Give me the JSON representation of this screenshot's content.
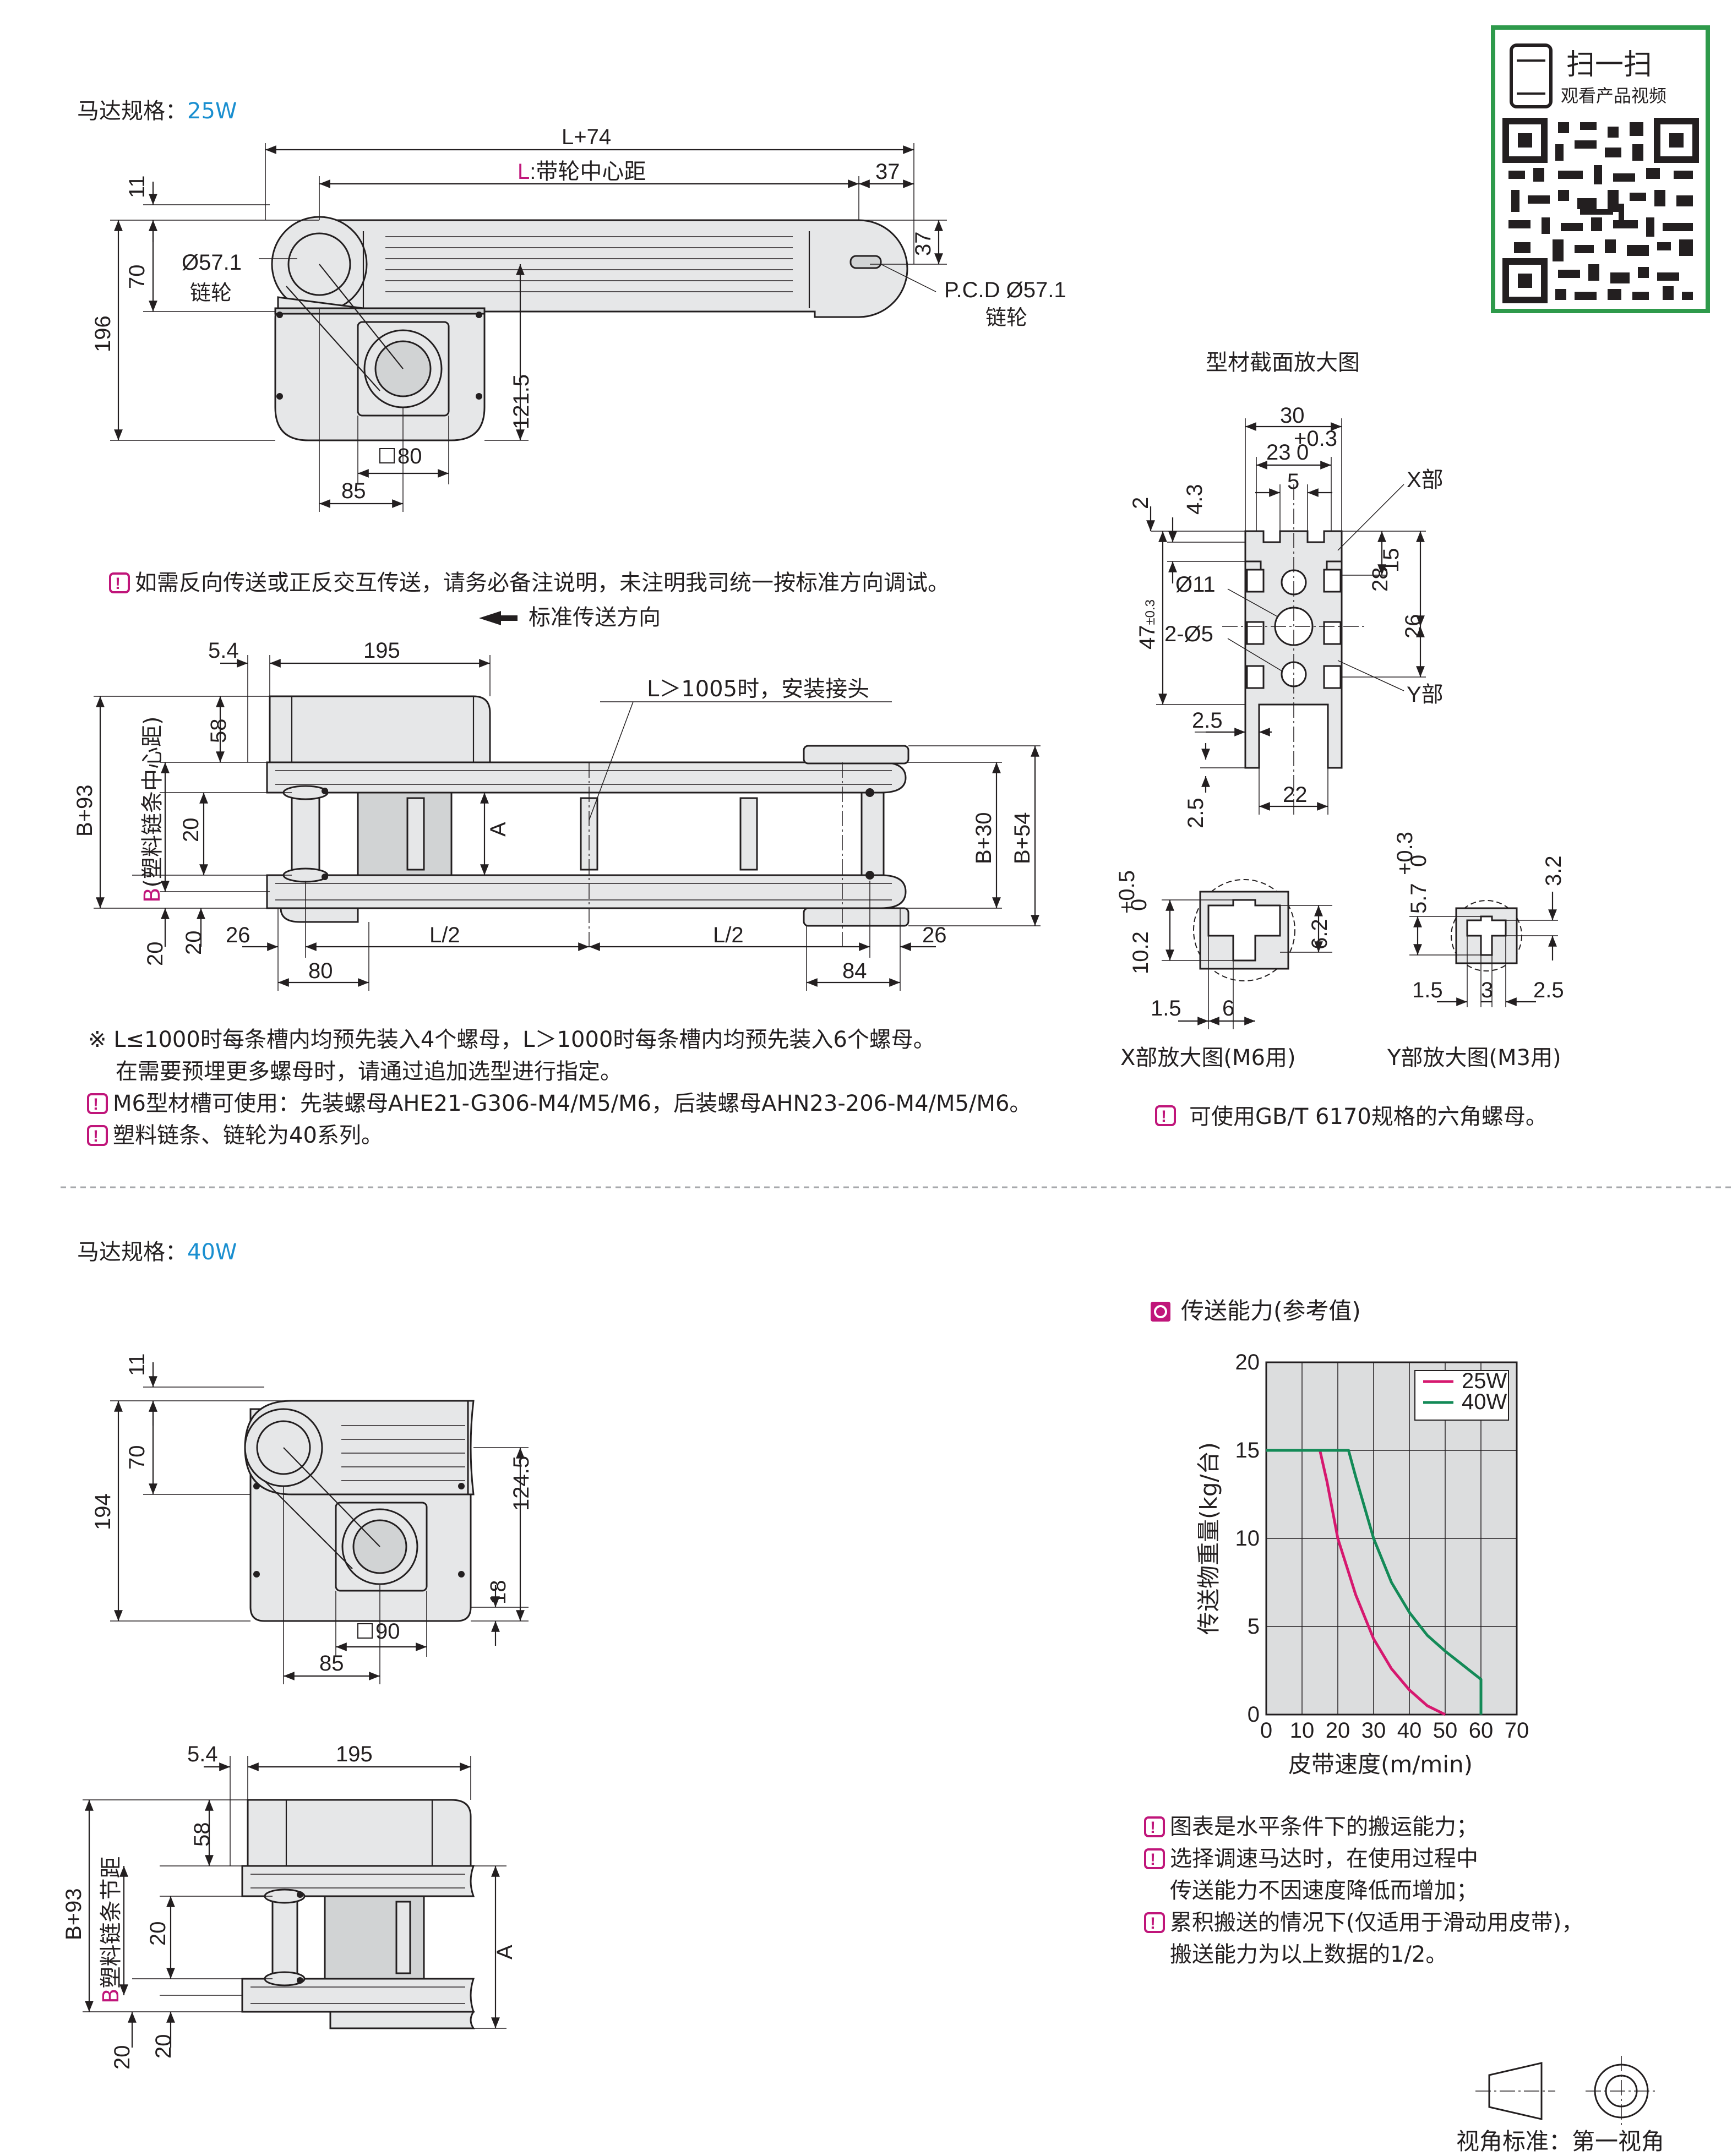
{
  "section_25w": {
    "motor_label": "马达规格：",
    "motor_value": "25W",
    "dims": {
      "L74": "L+74",
      "L_prefix": "L",
      "L_center": ":带轮中心距",
      "d37a": "37",
      "d37b": "37",
      "d11": "11",
      "d70": "70",
      "d196": "196",
      "d121_5": "121.5",
      "sprocket_dia": "Ø57.1",
      "sprocket": "链轮",
      "pcd": "P.C.D Ø57.1",
      "pcd_sprocket": "链轮",
      "sq80": "80",
      "d85": "85"
    },
    "note_reverse": "如需反向传送或正反交互传送，请务必备注说明，未注明我司统一按标准方向调试。",
    "std_direction": "标准传送方向",
    "plan": {
      "d5_4": "5.4",
      "d195": "195",
      "joint_note": "L＞1005时，安装接头",
      "d58": "58",
      "d20a": "20",
      "d20b": "20",
      "d20c": "20",
      "B93": "B+93",
      "B_prefix": "B",
      "B_label": "(塑料链条中心距)",
      "A": "A",
      "B30": "B+30",
      "B54": "B+54",
      "d26a": "26",
      "d26b": "26",
      "L2a": "L/2",
      "L2b": "L/2",
      "d80": "80",
      "d84": "84"
    },
    "notes": [
      "※ L≤1000时每条槽内均预先装入4个螺母，L＞1000时每条槽内均预先装入6个螺母。",
      "在需要预埋更多螺母时，请通过追加选型进行指定。",
      "M6型材槽可使用：先装螺母AHE21-G306-M4/M5/M6，后装螺母AHN23-206-M4/M5/M6。",
      "塑料链条、链轮为40系列。"
    ]
  },
  "profile": {
    "title": "型材截面放大图",
    "d30": "30",
    "d23": "23",
    "tol23_up": "+0.3",
    "tol23_lo": "0",
    "d5": "5",
    "d2": "2",
    "d4_3": "4.3",
    "xbu": "X部",
    "d11": "Ø11",
    "d25": "2-Ø5",
    "d47": "47",
    "tol47": "±0.3",
    "d15": "15",
    "d28": "28",
    "d26": "26",
    "ybu": "Y部",
    "d2_5a": "2.5",
    "d2_5b": "2.5",
    "d22": "22",
    "x_detail": {
      "d10_2": "10.2",
      "tol_up": "+0.5",
      "tol_lo": "0",
      "d6_2": "6.2",
      "d1_5": "1.5",
      "d6": "6",
      "caption": "X部放大图(M6用)"
    },
    "y_detail": {
      "d5_7": "5.7",
      "tol_up": "+0.3",
      "tol_lo": "0",
      "d3_2": "3.2",
      "d1_5": "1.5",
      "d3": "3",
      "d2_5": "2.5",
      "caption": "Y部放大图(M3用)"
    },
    "note": "可使用GB/T 6170规格的六角螺母。"
  },
  "qr": {
    "title": "扫一扫",
    "subtitle": "观看产品视频"
  },
  "section_40w": {
    "motor_label": "马达规格：",
    "motor_value": "40W",
    "dims": {
      "d11": "11",
      "d70": "70",
      "d194": "194",
      "d124_5": "124.5",
      "d18": "18",
      "sq90": "90",
      "d85": "85"
    },
    "plan": {
      "d5_4": "5.4",
      "d195": "195",
      "d58": "58",
      "B93": "B+93",
      "B_prefix": "B",
      "B_label": "塑料链条节距",
      "d20a": "20",
      "d20b": "20",
      "d20c": "20",
      "A": "A"
    }
  },
  "capacity": {
    "title": "传送能力(参考值)",
    "notes": [
      "图表是水平条件下的搬运能力；",
      "选择调速马达时，在使用过程中",
      "传送能力不因速度降低而增加；",
      "累积搬送的情况下(仅适用于滑动用皮带)，",
      "搬送能力为以上数据的1/2。"
    ]
  },
  "chart_data": {
    "type": "line",
    "title": "",
    "xlabel": "皮带速度(m/min)",
    "ylabel": "传送物重量(kg/台)",
    "xlim": [
      0,
      70
    ],
    "ylim": [
      0,
      20
    ],
    "xticks": [
      "0",
      "10",
      "20",
      "30",
      "40",
      "50",
      "60",
      "70"
    ],
    "yticks": [
      "0",
      "5",
      "10",
      "15",
      "20"
    ],
    "grid": true,
    "legend": "top-right",
    "series": [
      {
        "name": "25W",
        "color": "#d6186f",
        "x": [
          0,
          5,
          10,
          15,
          17,
          20,
          25,
          30,
          35,
          40,
          45,
          50
        ],
        "y": [
          15,
          15,
          15,
          15,
          13.2,
          10.0,
          6.8,
          4.3,
          2.6,
          1.4,
          0.5,
          0
        ]
      },
      {
        "name": "40W",
        "color": "#138a57",
        "x": [
          0,
          10,
          20,
          23,
          25,
          30,
          35,
          40,
          45,
          50,
          55,
          60,
          60
        ],
        "y": [
          15,
          15,
          15,
          15,
          13.5,
          10.0,
          7.5,
          5.8,
          4.5,
          3.6,
          2.8,
          2.0,
          0
        ]
      }
    ]
  },
  "footer": {
    "view_label": "视角标准：第一视角"
  },
  "colors": {
    "accent_blue": "#1a8fd0",
    "magenta": "#c0157a",
    "qr_border": "#2e9a4b",
    "line_25w": "#d6186f",
    "line_40w": "#138a57"
  }
}
